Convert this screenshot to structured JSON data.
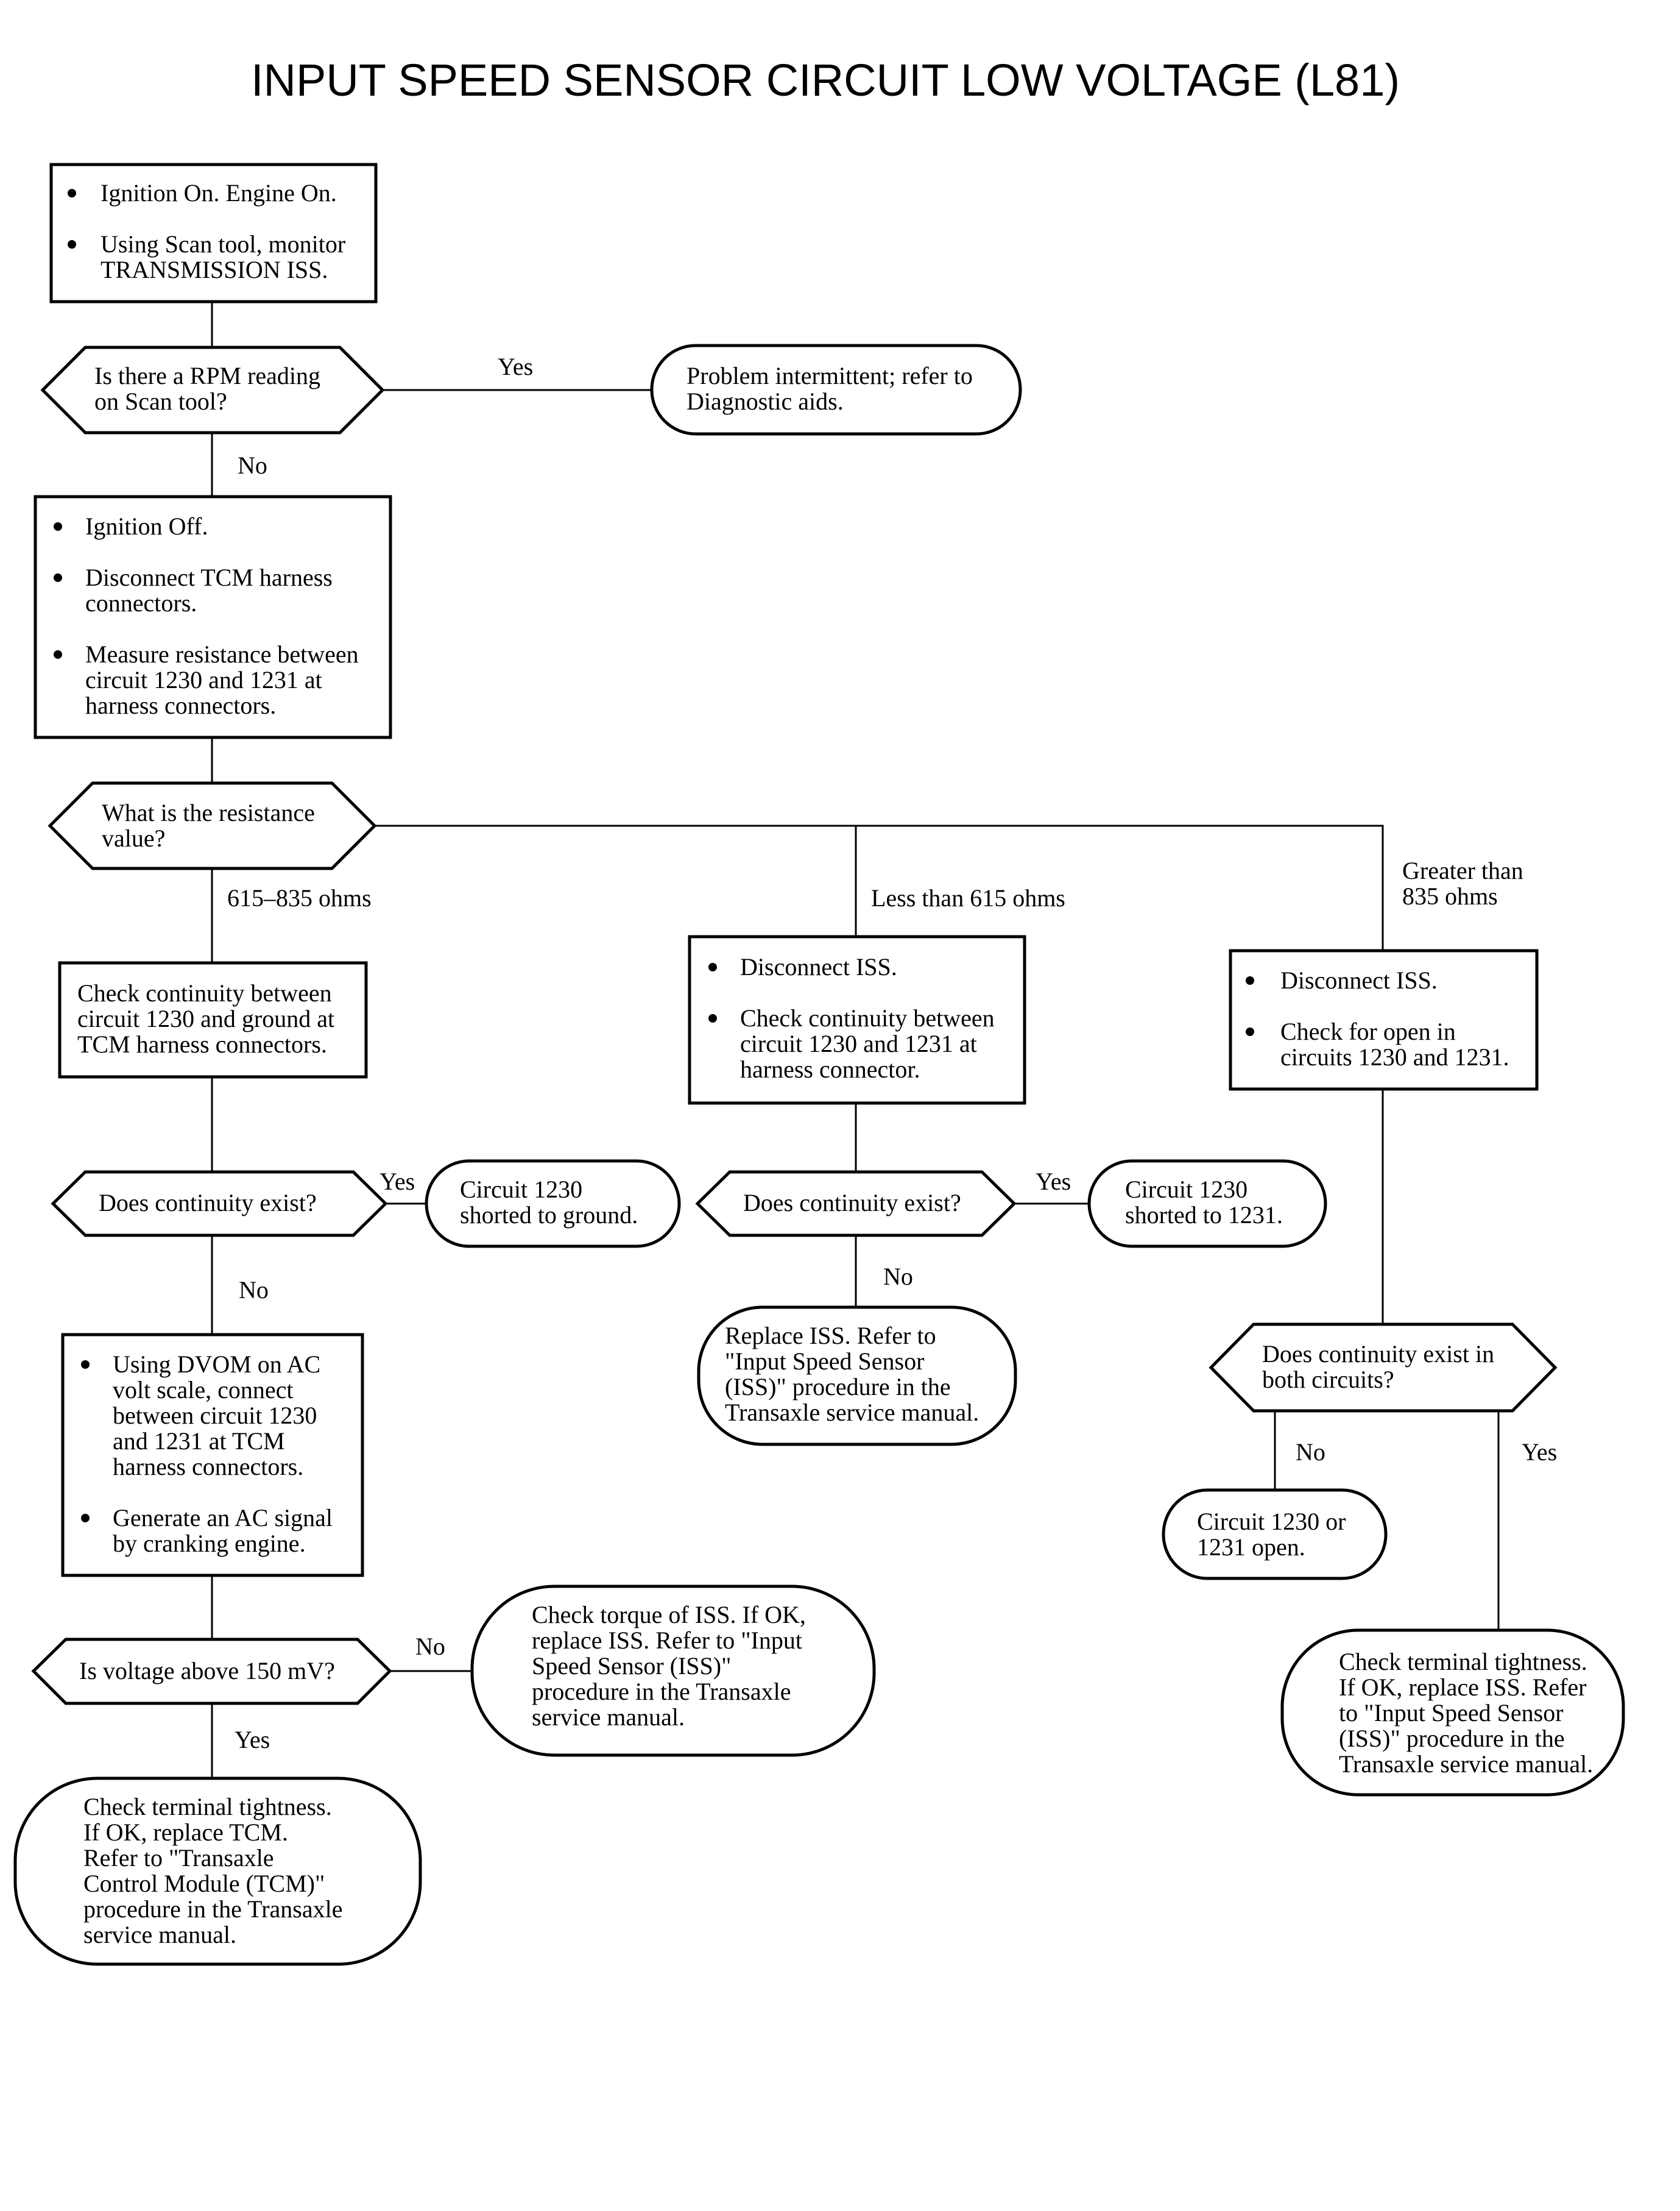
{
  "title": "INPUT SPEED SENSOR CIRCUIT LOW VOLTAGE (L81)",
  "colors": {
    "ink": "#000000",
    "background": "#ffffff"
  },
  "nodes": {
    "step1": {
      "bullets": [
        [
          "Ignition On. Engine On."
        ],
        [
          "Using Scan tool, monitor",
          "TRANSMISSION ISS."
        ]
      ]
    },
    "q_rpm": {
      "lines": [
        "Is there a RPM reading",
        "on Scan tool?"
      ]
    },
    "r_intermittent": {
      "lines": [
        "Problem intermittent; refer to",
        "Diagnostic aids."
      ]
    },
    "step2": {
      "bullets": [
        [
          "Ignition Off."
        ],
        [
          "Disconnect TCM harness",
          "connectors."
        ],
        [
          "Measure resistance between",
          "circuit 1230 and 1231 at",
          "harness connectors."
        ]
      ]
    },
    "q_resistance": {
      "lines": [
        "What is the resistance",
        "value?"
      ]
    },
    "step_cont_ground": {
      "lines": [
        "Check continuity between",
        "circuit 1230 and ground at",
        "TCM harness connectors."
      ]
    },
    "step_less": {
      "bullets": [
        [
          "Disconnect ISS."
        ],
        [
          "Check continuity between",
          "circuit 1230 and 1231 at",
          "harness connector."
        ]
      ]
    },
    "step_greater": {
      "bullets": [
        [
          "Disconnect ISS."
        ],
        [
          "Check for open in",
          "circuits 1230 and 1231."
        ]
      ]
    },
    "q_cont_left": {
      "lines": [
        "Does continuity exist?"
      ]
    },
    "r_short_ground": {
      "lines": [
        "Circuit 1230",
        "shorted to ground."
      ]
    },
    "q_cont_mid": {
      "lines": [
        "Does continuity exist?"
      ]
    },
    "r_short_1231": {
      "lines": [
        "Circuit 1230",
        "shorted to 1231."
      ]
    },
    "r_replace_iss_mid": {
      "lines": [
        "Replace ISS. Refer to",
        "\"Input Speed Sensor",
        "(ISS)\" procedure in the",
        "Transaxle service manual."
      ]
    },
    "q_cont_both": {
      "lines": [
        "Does continuity exist in",
        "both circuits?"
      ]
    },
    "r_open": {
      "lines": [
        "Circuit 1230 or",
        "1231 open."
      ]
    },
    "r_tightness_right": {
      "lines": [
        "Check terminal tightness.",
        "If OK, replace ISS. Refer",
        "to \"Input Speed Sensor",
        "(ISS)\" procedure in the",
        "Transaxle service manual."
      ]
    },
    "step_dvom": {
      "bullets": [
        [
          "Using DVOM on AC",
          "volt scale, connect",
          "between circuit 1230",
          "and 1231 at TCM",
          "harness connectors."
        ],
        [
          "Generate an AC signal",
          "by cranking engine."
        ]
      ]
    },
    "q_voltage": {
      "lines": [
        "Is voltage above 150 mV?"
      ]
    },
    "r_torque": {
      "lines": [
        "Check torque of ISS. If OK,",
        "replace ISS. Refer to \"Input",
        "Speed Sensor (ISS)\"",
        "procedure in the Transaxle",
        "service manual."
      ]
    },
    "r_tightness_left": {
      "lines": [
        "Check terminal tightness.",
        "If OK, replace TCM.",
        "Refer to \"Transaxle",
        "Control Module (TCM)\"",
        "procedure in the Transaxle",
        "service manual."
      ]
    }
  },
  "edge_labels": {
    "rpm_yes": "Yes",
    "rpm_no": "No",
    "res_615_835": "615–835 ohms",
    "res_less": "Less than 615 ohms",
    "res_greater": [
      "Greater than",
      "835 ohms"
    ],
    "cont_left_yes": "Yes",
    "cont_left_no": "No",
    "cont_mid_yes": "Yes",
    "cont_mid_no": "No",
    "both_no": "No",
    "both_yes": "Yes",
    "volt_no": "No",
    "volt_yes": "Yes"
  }
}
